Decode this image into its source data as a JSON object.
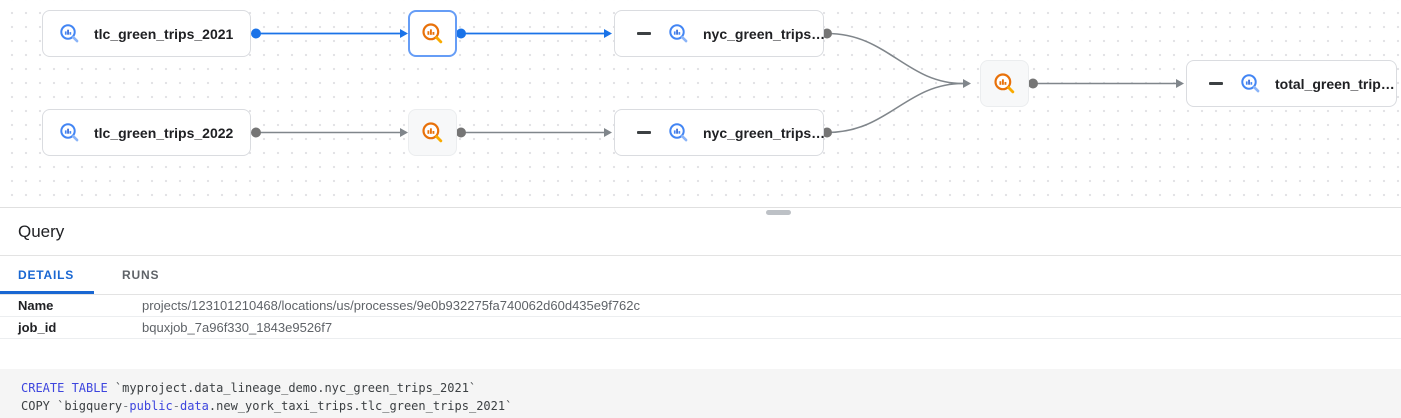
{
  "graph": {
    "node_labels": {
      "tlc_2021": "tlc_green_trips_2021",
      "tlc_2022": "tlc_green_trips_2022",
      "nyc_2021": "nyc_green_trips…",
      "nyc_2022": "nyc_green_trips…",
      "total": "total_green_trip…"
    },
    "icon_names": {
      "table_icon": "bigquery-table-icon",
      "process_icon": "bigquery-process-icon",
      "collapse_icon": "collapse-minus-icon"
    },
    "colors": {
      "selected_edge_blue": "#1a73e8",
      "edge_gray": "#80868b",
      "dot_gray": "#757575",
      "selected_node_border": "#669df6",
      "bigquery_blue": "#4285f4",
      "bigquery_blue_light": "#8ab4f8",
      "bigquery_orange": "#e8710a",
      "bigquery_orange_light": "#f9ab00",
      "node_border": "#dadce0"
    }
  },
  "panel": {
    "title": "Query",
    "tabs": [
      {
        "label": "DETAILS",
        "active": true
      },
      {
        "label": "RUNS",
        "active": false
      }
    ],
    "details": {
      "rows": [
        {
          "label": "Name",
          "value": "projects/123101210468/locations/us/processes/9e0b932275fa740062d60d435e9f762c"
        },
        {
          "label": "job_id",
          "value": "bquxjob_7a96f330_1843e9526f7"
        }
      ]
    },
    "code": {
      "syntax_colors": {
        "keyword": "#3d45de",
        "text": "#3c4043",
        "punct": "#7a7f85"
      },
      "lines": [
        [
          {
            "t": "CREATE TABLE",
            "c": "blue"
          },
          {
            "t": " `myproject.data_lineage_demo.nyc_green_trips_2021`",
            "c": "dark"
          }
        ],
        [
          {
            "t": "COPY `bigquery",
            "c": "dark"
          },
          {
            "t": "-",
            "c": "gray"
          },
          {
            "t": "public",
            "c": "blue"
          },
          {
            "t": "-",
            "c": "gray"
          },
          {
            "t": "data",
            "c": "blue"
          },
          {
            "t": ".new_york_taxi_trips.tlc_green_trips_2021`",
            "c": "dark"
          }
        ]
      ]
    }
  }
}
